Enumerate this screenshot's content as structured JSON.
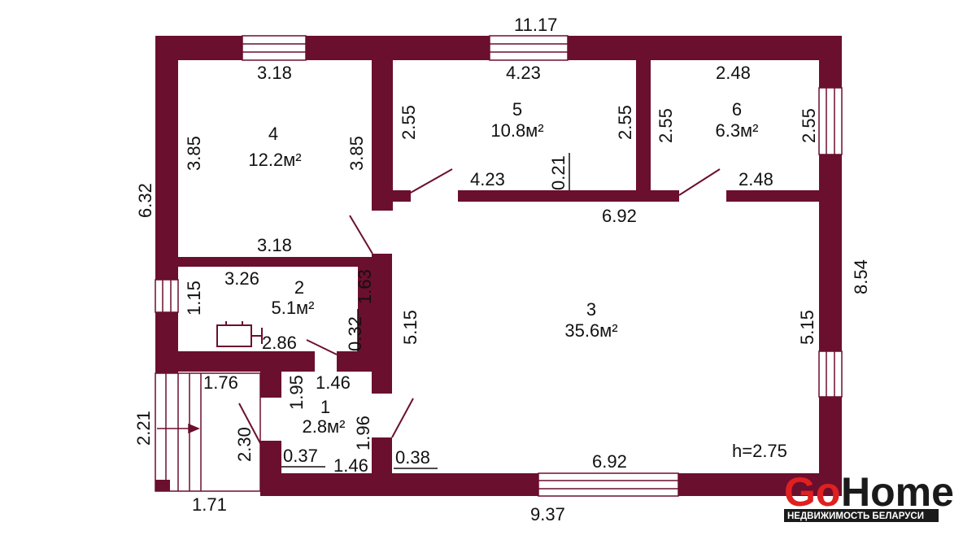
{
  "plan": {
    "wall_color": "#6b0f2e",
    "dimensions": {
      "overall_top": "11.17",
      "overall_left": "6.32",
      "overall_right": "8.54",
      "overall_bottom": "9.37",
      "bottom_left": "1.71",
      "porch_height": "2.21",
      "ceiling_height": "h=2.75"
    },
    "rooms": [
      {
        "number": "1",
        "area": "2.8м²",
        "dims": [
          "1.76",
          "2.30",
          "1.95",
          "1.46",
          "1.96",
          "0.37",
          "1.46",
          "0.38"
        ]
      },
      {
        "number": "2",
        "area": "5.1м²",
        "dims": [
          "3.26",
          "1.15",
          "1.63",
          "0.32",
          "2.86"
        ]
      },
      {
        "number": "3",
        "area": "35.6м²",
        "dims": [
          "6.92",
          "5.15",
          "5.15",
          "6.92"
        ]
      },
      {
        "number": "4",
        "area": "12.2м²",
        "dims": [
          "3.18",
          "3.85",
          "3.85",
          "3.18"
        ]
      },
      {
        "number": "5",
        "area": "10.8м²",
        "dims": [
          "4.23",
          "2.55",
          "2.55",
          "4.23",
          "0.21"
        ]
      },
      {
        "number": "6",
        "area": "6.3м²",
        "dims": [
          "2.48",
          "2.55",
          "2.55",
          "2.48"
        ]
      }
    ]
  },
  "brand": {
    "name_go": "Go",
    "name_home": "Home",
    "tagline": "НЕДВИЖИМОСТЬ БЕЛАРУСИ",
    "color_red": "#e02020",
    "color_dark": "#1a1a1a"
  }
}
